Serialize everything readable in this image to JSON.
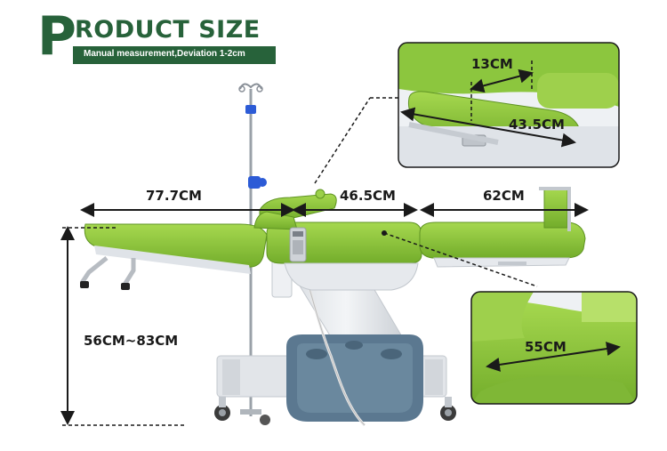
{
  "header": {
    "title_p": "P",
    "title_rest": "RODUCT SIZE",
    "subtitle": "Manual measurement,Deviation 1-2cm"
  },
  "dimensions": {
    "leg_section": "77.7CM",
    "seat_section": "46.5CM",
    "back_section": "62CM",
    "height_range": "56CM~83CM",
    "armrest_width": "13CM",
    "armrest_length": "43.5CM",
    "seat_width": "55CM"
  },
  "colors": {
    "brand_green": "#27623a",
    "upholstery_green": "#8cc63e",
    "frame_white": "#e9ecef",
    "pad_blue": "#5b7890",
    "outline": "#1a1a1a"
  }
}
